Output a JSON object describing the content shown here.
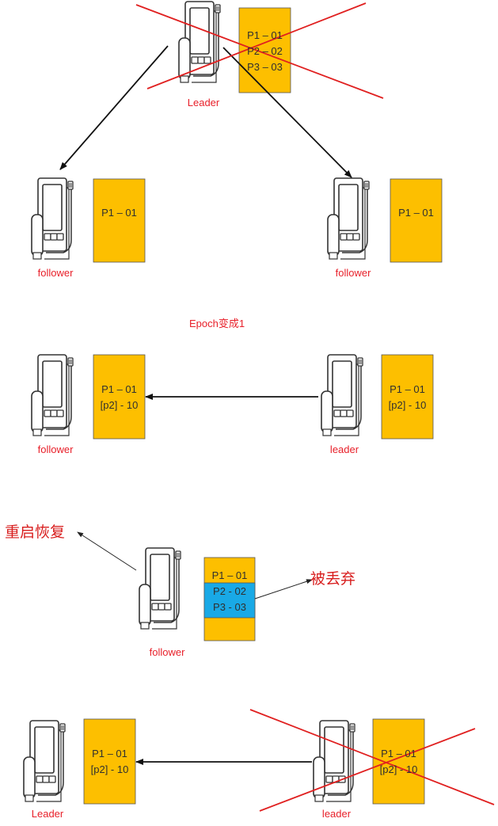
{
  "colors": {
    "log_box": "#fdbf00",
    "discarded_box": "#19a9e6",
    "label_red": "#e8202a",
    "cross_red": "#e02020",
    "arrow": "#111111",
    "device_stroke": "#333333"
  },
  "scene1": {
    "leader_label": "Leader",
    "leader_log": [
      "P1 – 01",
      "P2 – 02",
      "P3 – 03"
    ],
    "follower_left_label": "follower",
    "follower_left_log": [
      "P1 – 01"
    ],
    "follower_right_label": "follower",
    "follower_right_log": [
      "P1 – 01"
    ]
  },
  "epoch_note": "Epoch变成1",
  "scene2": {
    "follower_label": "follower",
    "follower_log": [
      "P1 – 01",
      "[p2] - 10"
    ],
    "leader_label": "leader",
    "leader_log": [
      "P1 – 01",
      "[p2] - 10"
    ]
  },
  "scene3": {
    "restart_text": "重启恢复",
    "discard_text": "被丢弃",
    "follower_label": "follower",
    "log_kept": "P1 – 01",
    "log_discarded": [
      "P2 - 02",
      "P3 - 03"
    ]
  },
  "scene4": {
    "left_label": "Leader",
    "left_log": [
      "P1 – 01",
      "[p2] - 10"
    ],
    "right_label": "leader",
    "right_log": [
      "P1 – 01",
      "[p2] - 10"
    ]
  }
}
